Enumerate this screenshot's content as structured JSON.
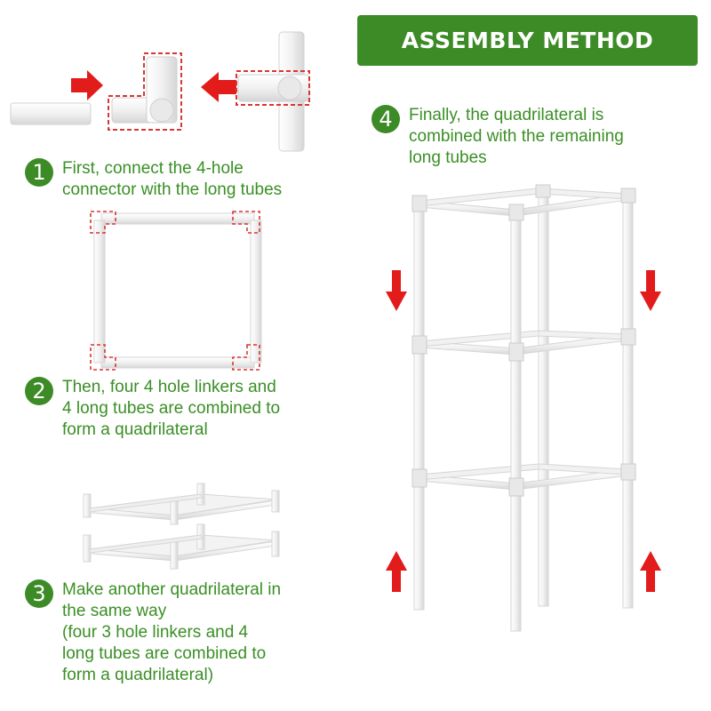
{
  "header": {
    "title": "ASSEMBLY METHOD"
  },
  "colors": {
    "accent_green": "#3d8b27",
    "text_green": "#3a8f25",
    "arrow_red": "#e21b1b",
    "tube_white": "#f4f4f4",
    "tube_edge": "#cfcfcf",
    "dash_red": "#d93636"
  },
  "steps": [
    {
      "number": "1",
      "text": "First, connect the 4-hole\nconnector with the long tubes"
    },
    {
      "number": "2",
      "text": "Then, four 4 hole linkers and\n4 long tubes are combined to\nform a quadrilateral"
    },
    {
      "number": "3",
      "text": "Make another quadrilateral in\nthe same way\n(four 3 hole linkers and 4\nlong tubes are combined to\nform a quadrilateral)"
    },
    {
      "number": "4",
      "text": "Finally, the quadrilateral is\ncombined with the remaining\nlong tubes"
    }
  ],
  "icons": {
    "push_arrow": "arrow-right-icon",
    "push_arrow_left": "arrow-left-icon",
    "down_arrow": "arrow-down-icon",
    "up_arrow": "arrow-up-icon"
  }
}
